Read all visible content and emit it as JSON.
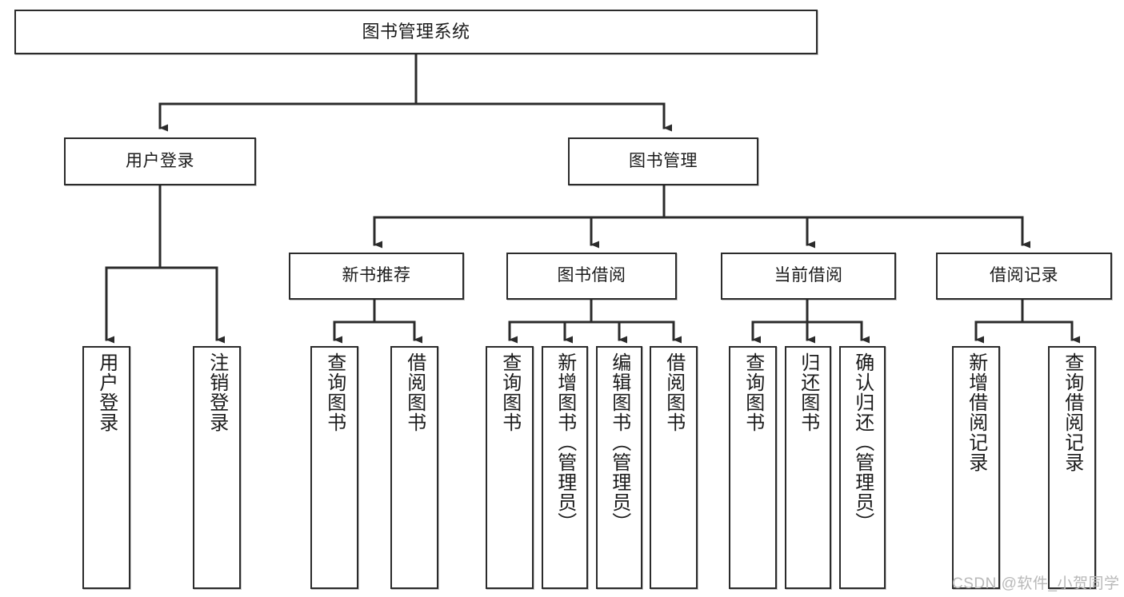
{
  "diagram": {
    "title": "图书管理系统",
    "type": "tree",
    "watermark": "CSDN @软件_小贺同学",
    "colors": {
      "stroke": "#2b2b2b",
      "fill": "#ffffff",
      "text": "#1b1b1b",
      "watermark": "#b8b8b8"
    },
    "nodes": {
      "root": {
        "label": "图书管理系统"
      },
      "level2": [
        {
          "id": "user-login",
          "label": "用户登录"
        },
        {
          "id": "book-manage",
          "label": "图书管理"
        }
      ],
      "level3": [
        {
          "id": "new-book-recommend",
          "label": "新书推荐"
        },
        {
          "id": "book-borrow",
          "label": "图书借阅"
        },
        {
          "id": "current-borrow",
          "label": "当前借阅"
        },
        {
          "id": "borrow-record",
          "label": "借阅记录"
        }
      ],
      "leaves": {
        "user-login": [
          {
            "id": "leaf-user-login",
            "label": "用户登录"
          },
          {
            "id": "leaf-logout-login",
            "label": "注销登录"
          }
        ],
        "new-book-recommend": [
          {
            "id": "leaf-query-book-1",
            "label": "查询图书"
          },
          {
            "id": "leaf-borrow-book-1",
            "label": "借阅图书"
          }
        ],
        "book-borrow": [
          {
            "id": "leaf-query-book-2",
            "label": "查询图书"
          },
          {
            "id": "leaf-add-book",
            "label": "新增图书（管理员）"
          },
          {
            "id": "leaf-edit-book",
            "label": "编辑图书（管理员）"
          },
          {
            "id": "leaf-borrow-book-2",
            "label": "借阅图书"
          }
        ],
        "current-borrow": [
          {
            "id": "leaf-query-book-3",
            "label": "查询图书"
          },
          {
            "id": "leaf-return-book",
            "label": "归还图书"
          },
          {
            "id": "leaf-confirm-return",
            "label": "确认归还（管理员）"
          }
        ],
        "borrow-record": [
          {
            "id": "leaf-add-record",
            "label": "新增借阅记录"
          },
          {
            "id": "leaf-query-record",
            "label": "查询借阅记录"
          }
        ]
      }
    }
  }
}
